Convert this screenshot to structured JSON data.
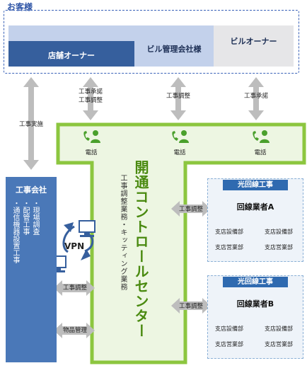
{
  "customer": {
    "label": "お客様",
    "store_owner": "店舗オーナー",
    "building_mgmt": "ビル管理会社様",
    "building_owner": "ビルオーナー"
  },
  "arrows": {
    "work_exec": "工事実施",
    "approve_line1": "工事承諾",
    "approve_line2": "工事調整",
    "adjust": "工事調整",
    "approve": "工事承諾"
  },
  "center": {
    "title": "開通コントロールセンター",
    "subtitle": "工事調整業務・キッティング業務",
    "phones": [
      "電話",
      "電話",
      "電話"
    ]
  },
  "contractor": {
    "title": "工事会社",
    "items": [
      "・現場調査",
      "・配管工事",
      "・通信機器設置工事"
    ],
    "vpn": "VPN",
    "adjust_label": "工事調整",
    "goods_label": "物品管理"
  },
  "vendors": [
    {
      "header": "光回線工事",
      "name": "回線業者A",
      "link_label": "工事調整",
      "branches": [
        "支店設備部",
        "支店設備部",
        "支店営業部",
        "支店営業部"
      ]
    },
    {
      "header": "光回線工事",
      "name": "回線業者B",
      "link_label": "工事調整",
      "branches": [
        "支店設備部",
        "支店設備部",
        "支店営業部",
        "支店営業部"
      ]
    }
  ],
  "colors": {
    "accent_green": "#8cc63f",
    "light_green": "#edf6e2",
    "blue_dark": "#365f9d",
    "blue_light": "#c3d1eb",
    "arrow_gray": "#bdbdbd"
  }
}
